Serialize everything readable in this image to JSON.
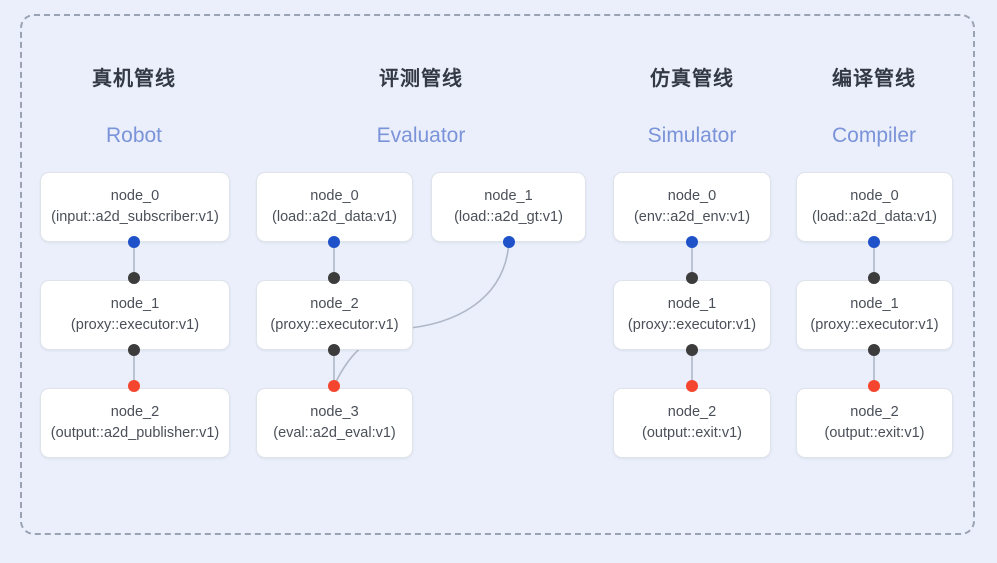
{
  "diagram": {
    "background_color": "#eaeffb",
    "frame_border_color": "#9aa3b4",
    "edge_color": "#b0b8c8",
    "port_colors": {
      "source": "#1f51c9",
      "relay": "#3c3c3c",
      "sink": "#f4462e"
    },
    "title_color": "#333a45",
    "subtitle_color": "#7b93d9"
  },
  "columns": [
    {
      "title": "真机管线",
      "subtitle": "Robot",
      "nodes": [
        {
          "name": "node_0",
          "kind": "(input::a2d_subscriber:v1)"
        },
        {
          "name": "node_1",
          "kind": "(proxy::executor:v1)"
        },
        {
          "name": "node_2",
          "kind": "(output::a2d_publisher:v1)"
        }
      ]
    },
    {
      "title": "评测管线",
      "subtitle": "Evaluator",
      "nodes": [
        {
          "name": "node_0",
          "kind": "(load::a2d_data:v1)"
        },
        {
          "name": "node_1",
          "kind": "(load::a2d_gt:v1)"
        },
        {
          "name": "node_2",
          "kind": "(proxy::executor:v1)"
        },
        {
          "name": "node_3",
          "kind": "(eval::a2d_eval:v1)"
        }
      ]
    },
    {
      "title": "仿真管线",
      "subtitle": "Simulator",
      "nodes": [
        {
          "name": "node_0",
          "kind": "(env::a2d_env:v1)"
        },
        {
          "name": "node_1",
          "kind": "(proxy::executor:v1)"
        },
        {
          "name": "node_2",
          "kind": "(output::exit:v1)"
        }
      ]
    },
    {
      "title": "编译管线",
      "subtitle": "Compiler",
      "nodes": [
        {
          "name": "node_0",
          "kind": "(load::a2d_data:v1)"
        },
        {
          "name": "node_1",
          "kind": "(proxy::executor:v1)"
        },
        {
          "name": "node_2",
          "kind": "(output::exit:v1)"
        }
      ]
    }
  ]
}
